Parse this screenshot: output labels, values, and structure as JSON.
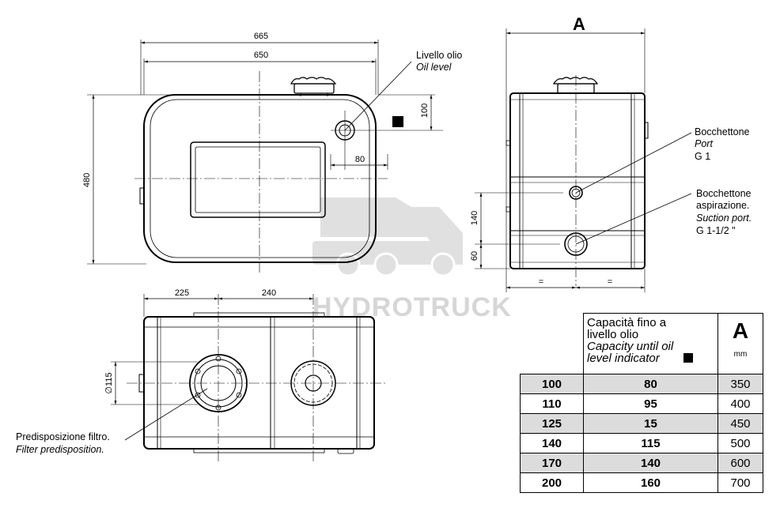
{
  "front_view": {
    "dims": {
      "overall_width": "665",
      "inner_width": "650",
      "height": "480",
      "port_offset": "100",
      "port_width": "80"
    },
    "oil_level_label": {
      "it": "Livello olio",
      "en": "Oil level"
    }
  },
  "side_view": {
    "title": "A",
    "dims": {
      "h140": "140",
      "h60": "60",
      "eq_left": "=",
      "eq_right": "="
    },
    "port_label": {
      "line1": "Bocchettone",
      "line2": "Port",
      "line3": "G 1"
    },
    "suction_label": {
      "line1": "Bocchettone",
      "line2": "aspirazione.",
      "line3": "Suction port.",
      "line4": "G 1-1/2 \""
    }
  },
  "top_view": {
    "dims": {
      "d225": "225",
      "d240": "240",
      "dia115": "∅115"
    },
    "filter_label": {
      "it": "Predisposizione filtro.",
      "en": "Filter predisposition."
    }
  },
  "watermark": "HYDROTRUCK",
  "table": {
    "header": {
      "it1": "Capacità fino a",
      "it2": "livello olio",
      "en1": "Capacity until oil",
      "en2": "level indicator",
      "a": "A",
      "unit": "mm"
    },
    "rows": [
      {
        "cap": "100",
        "level": "80",
        "a": "350",
        "shade": true
      },
      {
        "cap": "110",
        "level": "95",
        "a": "400",
        "shade": false
      },
      {
        "cap": "125",
        "level": "15",
        "a": "450",
        "shade": true
      },
      {
        "cap": "140",
        "level": "115",
        "a": "500",
        "shade": false
      },
      {
        "cap": "170",
        "level": "140",
        "a": "600",
        "shade": true
      },
      {
        "cap": "200",
        "level": "160",
        "a": "700",
        "shade": false
      }
    ]
  }
}
